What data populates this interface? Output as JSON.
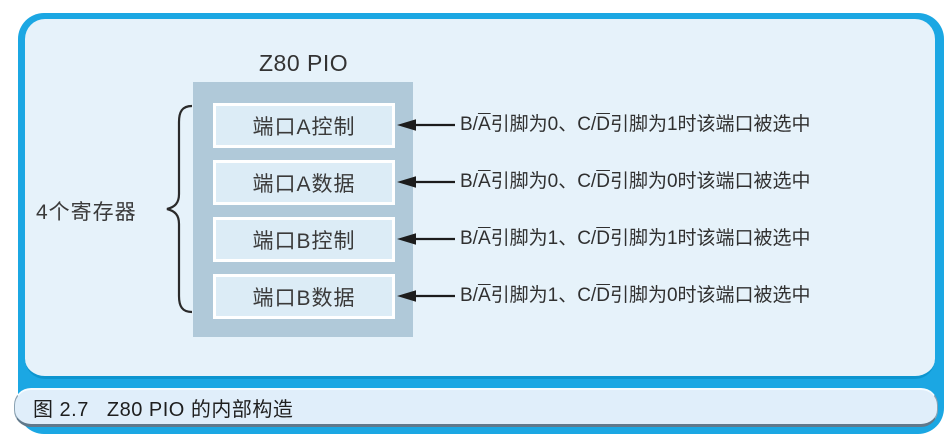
{
  "diagram": {
    "chip_title": "Z80 PIO",
    "group_label": "4个寄存器",
    "rows": [
      {
        "register": "端口A控制",
        "anno": {
          "b": "B/",
          "a_bar": "A",
          "mid": "引脚为0、C/",
          "d_bar": "D",
          "tail": "引脚为1时该端口被选中"
        }
      },
      {
        "register": "端口A数据",
        "anno": {
          "b": "B/",
          "a_bar": "A",
          "mid": "引脚为0、C/",
          "d_bar": "D",
          "tail": "引脚为0时该端口被选中"
        }
      },
      {
        "register": "端口B控制",
        "anno": {
          "b": "B/",
          "a_bar": "A",
          "mid": "引脚为1、C/",
          "d_bar": "D",
          "tail": "引脚为1时该端口被选中"
        }
      },
      {
        "register": "端口B数据",
        "anno": {
          "b": "B/",
          "a_bar": "A",
          "mid": "引脚为1、C/",
          "d_bar": "D",
          "tail": "引脚为0时该端口被选中"
        }
      }
    ]
  },
  "caption": {
    "figure_number": "图 2.7",
    "title": "Z80 PIO 的内部构造"
  },
  "colors": {
    "frame_cyan": "#1ba7e3",
    "main_background": "#e6f2fa",
    "block_gray_blue": "#b0c9d9",
    "register_fill": "#dcecf6",
    "text_dark": "#303030"
  }
}
